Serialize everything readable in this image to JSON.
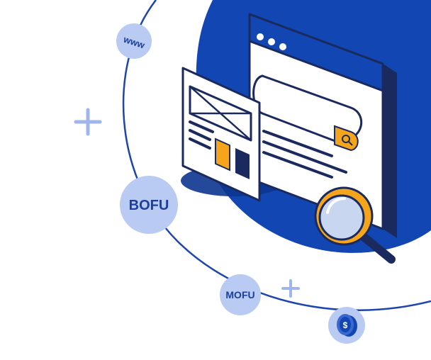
{
  "bubbles": {
    "www": "www",
    "bofu": "BOFU",
    "mofu": "MOFU",
    "coin": "$"
  },
  "colors": {
    "primary_blue": "#1146b3",
    "dark_navy": "#1a2a5e",
    "light_blue": "#b9cbf3",
    "orange": "#f4a51c",
    "line_blue": "#1d45ad",
    "white": "#ffffff"
  },
  "icons": [
    "plus-icon",
    "globe-www-icon",
    "browser-window-icon",
    "search-icon",
    "magnifying-glass-icon",
    "wireframe-document-icon",
    "dollar-coin-icon"
  ]
}
